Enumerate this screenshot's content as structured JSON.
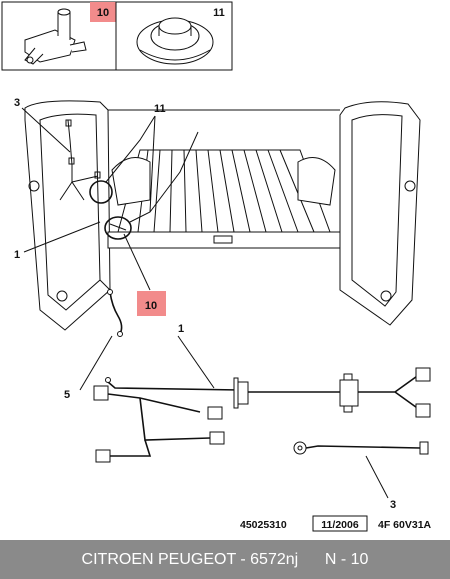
{
  "diagram": {
    "thumbnails": [
      {
        "label": "10",
        "highlight": true
      },
      {
        "label": "11",
        "highlight": false
      }
    ],
    "callouts": {
      "c3_top": "3",
      "c11": "11",
      "c1_left": "1",
      "c10": "10",
      "c1_bottom": "1",
      "c5": "5",
      "c3_bottom": "3"
    },
    "reference": {
      "part_number": "45025310",
      "date": "11/2006",
      "code": "4F 60V31A"
    },
    "colors": {
      "highlight": "#f28b8b",
      "footer_bg": "#8a8a8a"
    }
  },
  "footer": {
    "text": "CITROEN PEUGEOT - 6572nj",
    "page": "N - 10"
  }
}
